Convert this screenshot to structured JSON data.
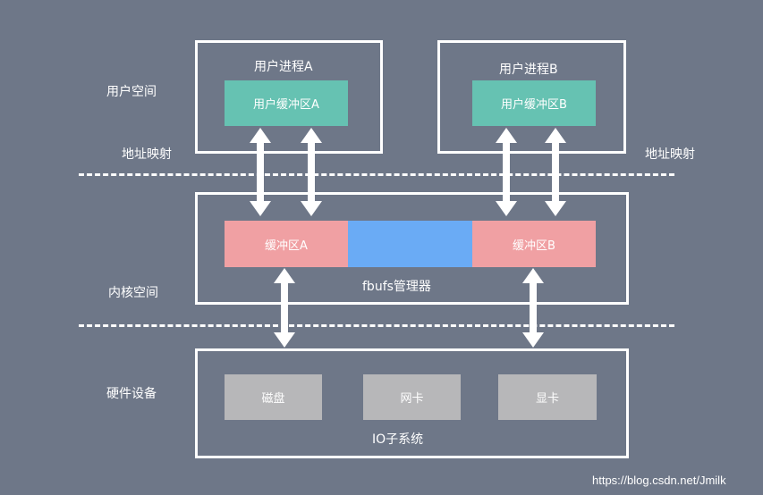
{
  "left_labels": {
    "user_space": "用户空间",
    "addr_map_left": "地址映射",
    "kernel_space": "内核空间",
    "hardware": "硬件设备"
  },
  "right_labels": {
    "addr_map_right": "地址映射"
  },
  "process_a": {
    "title": "用户进程A",
    "buffer": "用户缓冲区A"
  },
  "process_b": {
    "title": "用户进程B",
    "buffer": "用户缓冲区B"
  },
  "kernel": {
    "buffer_a": "缓冲区A",
    "buffer_b": "缓冲区B",
    "manager": "fbufs管理器"
  },
  "io": {
    "disk": "磁盘",
    "nic": "网卡",
    "gpu": "显卡",
    "subsystem": "IO子系统"
  },
  "watermark": "https://blog.csdn.net/Jmilk",
  "colors": {
    "background": "#6e7788",
    "teal": "#66c2b2",
    "pink": "#f0a0a3",
    "blue": "#6aabf5",
    "gray": "#b7b7b9"
  }
}
